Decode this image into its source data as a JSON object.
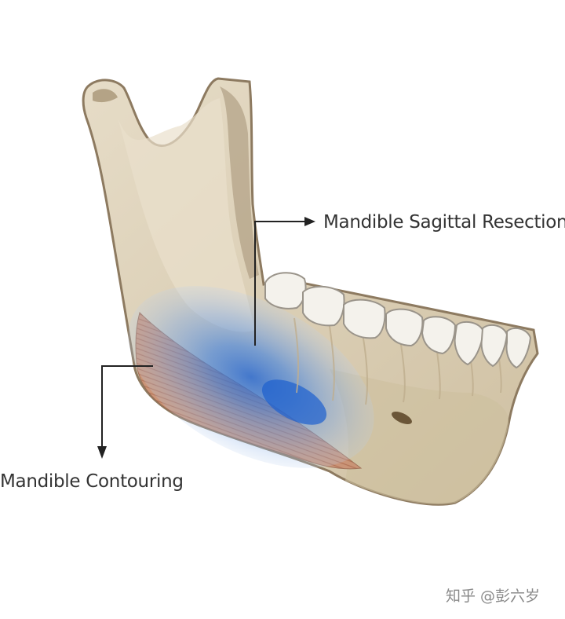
{
  "labels": {
    "sagittal_resection": "Mandible Sagittal Resection",
    "contouring": "Mandible Contouring"
  },
  "watermark": "知乎 @彭六岁",
  "colors": {
    "bone_fill": "#d9cdb6",
    "bone_shadow": "#b0a084",
    "bone_outline": "#8d7a60",
    "muscle": "#c98f72",
    "resection_blue": "#3f79d6",
    "tooth": "#f4f2ec"
  }
}
